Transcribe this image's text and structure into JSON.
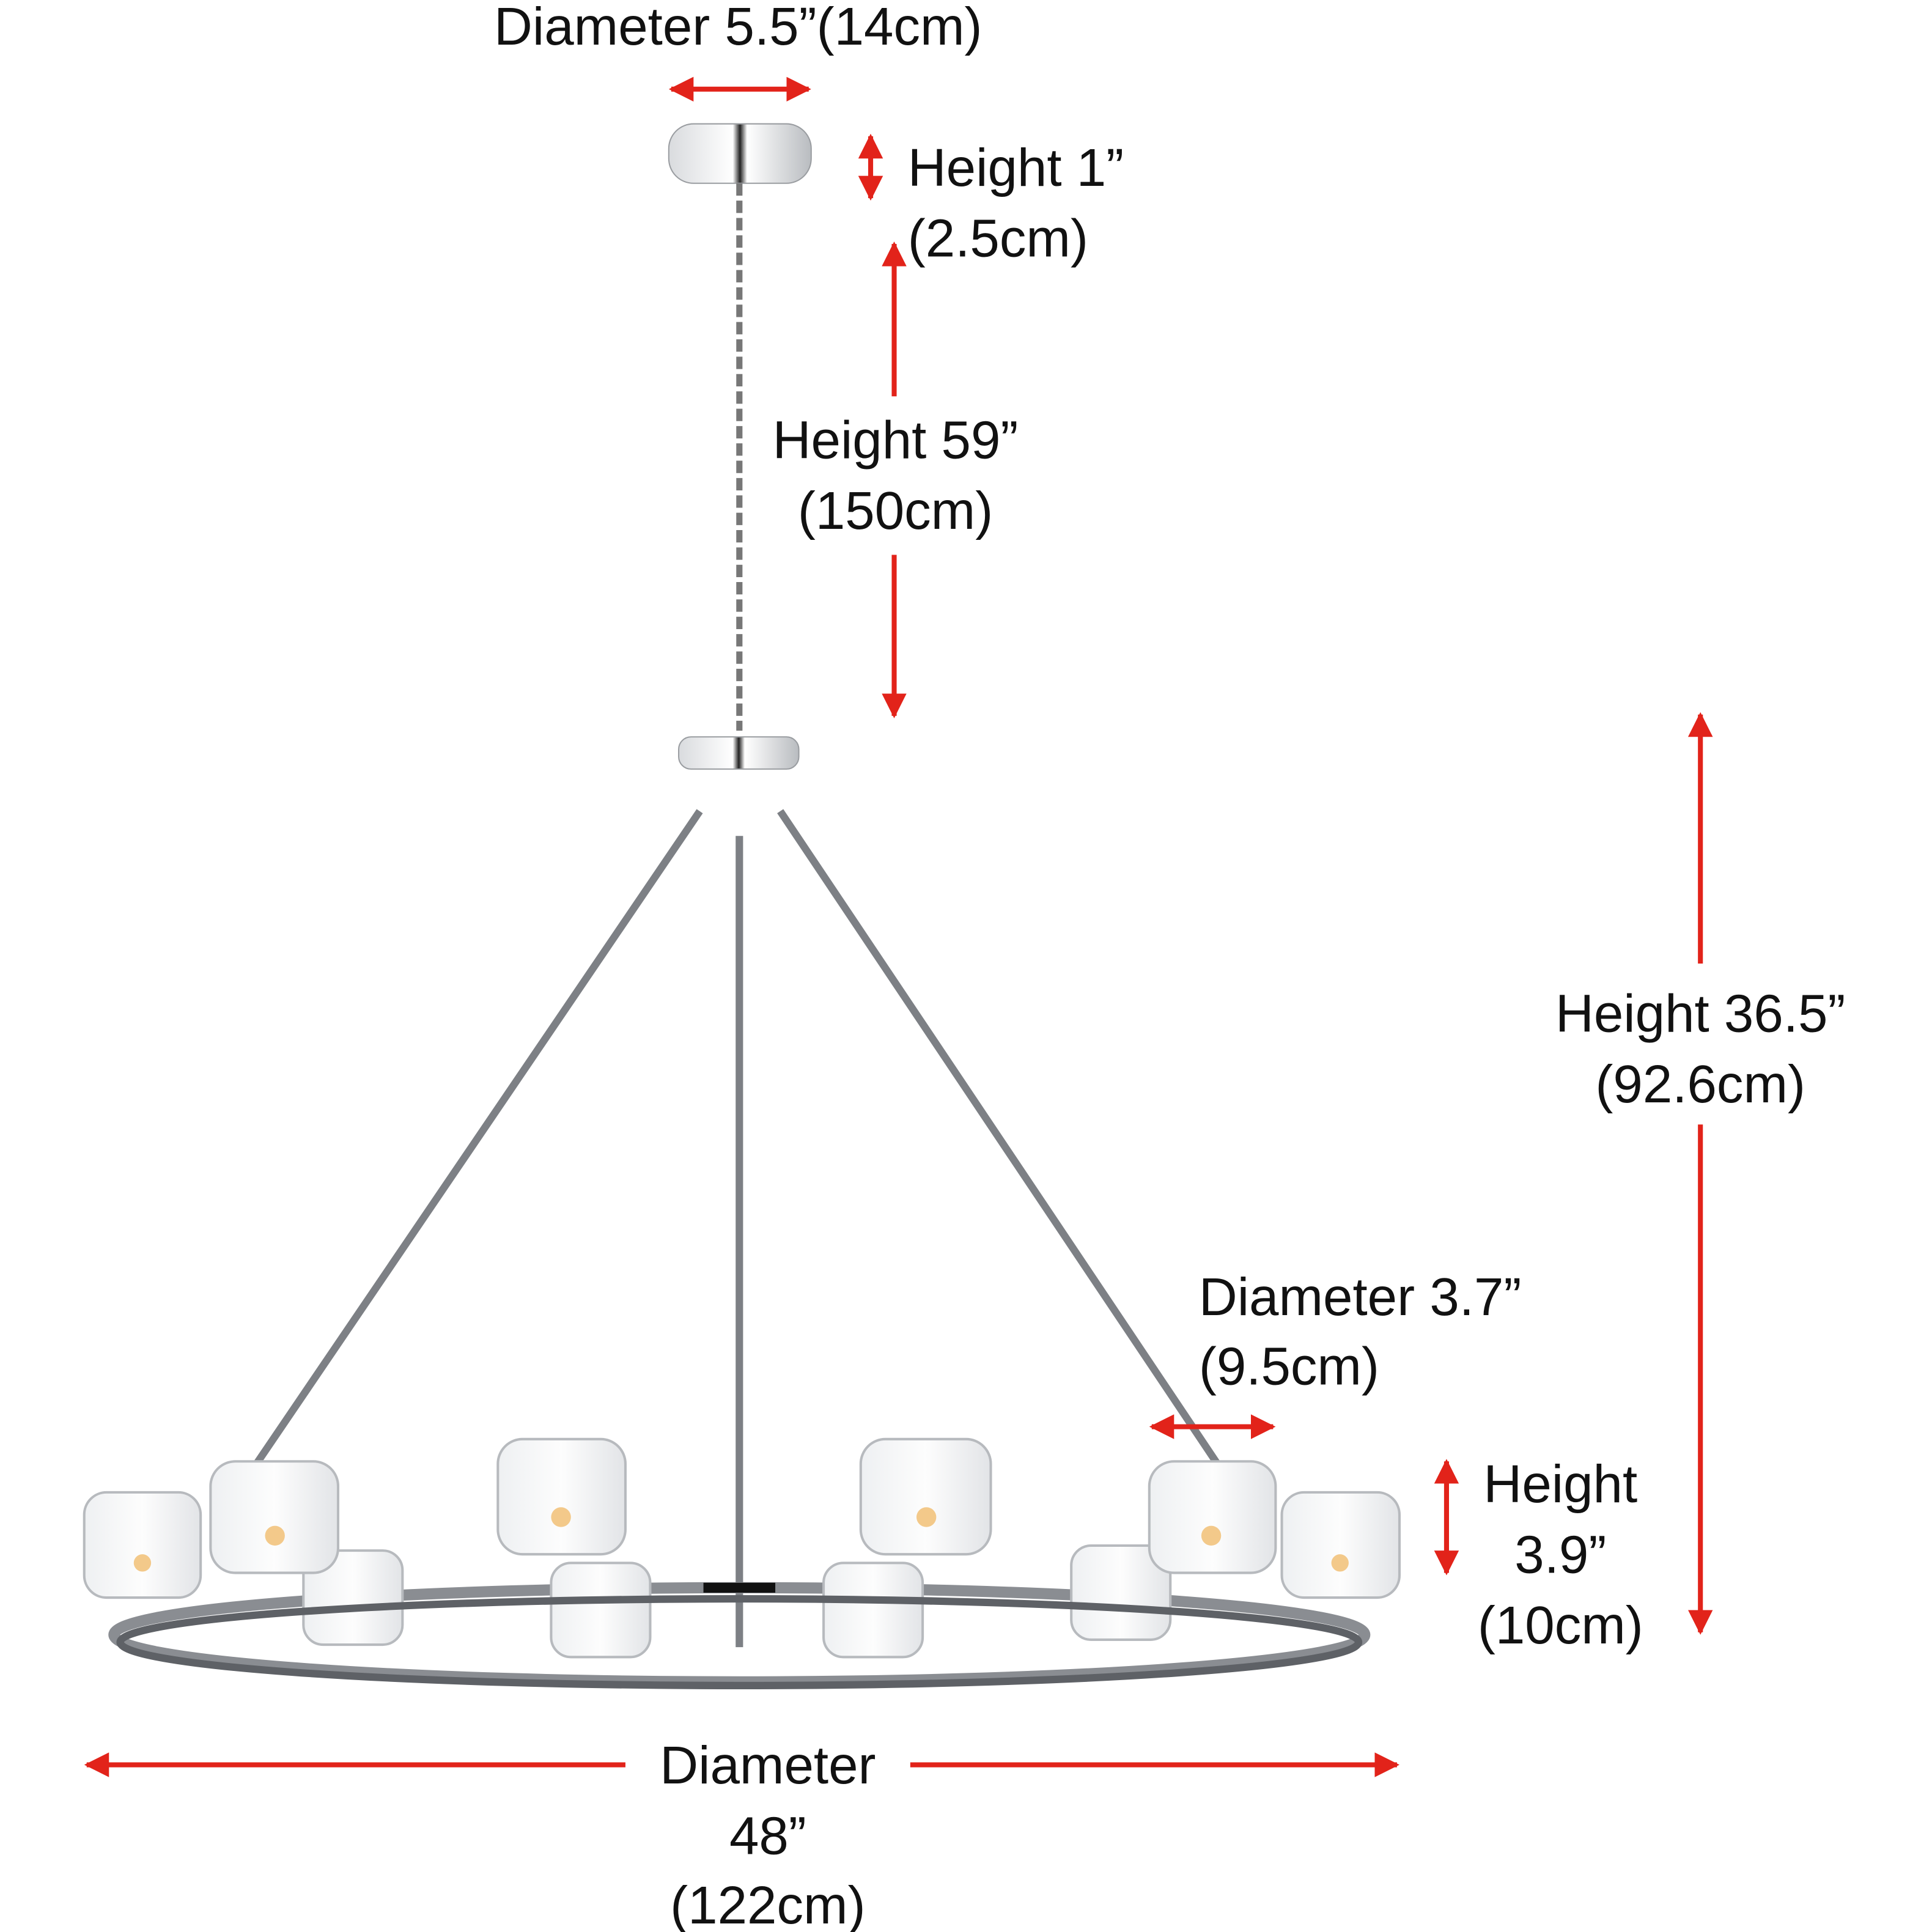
{
  "colors": {
    "arrow": "#e2231a",
    "metal": "#8a8d92",
    "glass": "#c9ccd0",
    "text": "#111111"
  },
  "dimensions": {
    "canopy_diameter": {
      "line1": "Diameter 5.5”(14cm)"
    },
    "canopy_height": {
      "line1": "Height 1”",
      "line2": "(2.5cm)"
    },
    "chain_height": {
      "line1": "Height 59”",
      "line2": "(150cm)"
    },
    "fixture_height": {
      "line1": "Height 36.5”",
      "line2": "(92.6cm)"
    },
    "shade_diameter": {
      "line1": "Diameter 3.7”",
      "line2": "(9.5cm)"
    },
    "shade_height": {
      "line1": "Height",
      "line2": "3.9”",
      "line3": "(10cm)"
    },
    "ring_diameter": {
      "line1": "Diameter",
      "line2": "48”",
      "line3": "(122cm)"
    }
  }
}
